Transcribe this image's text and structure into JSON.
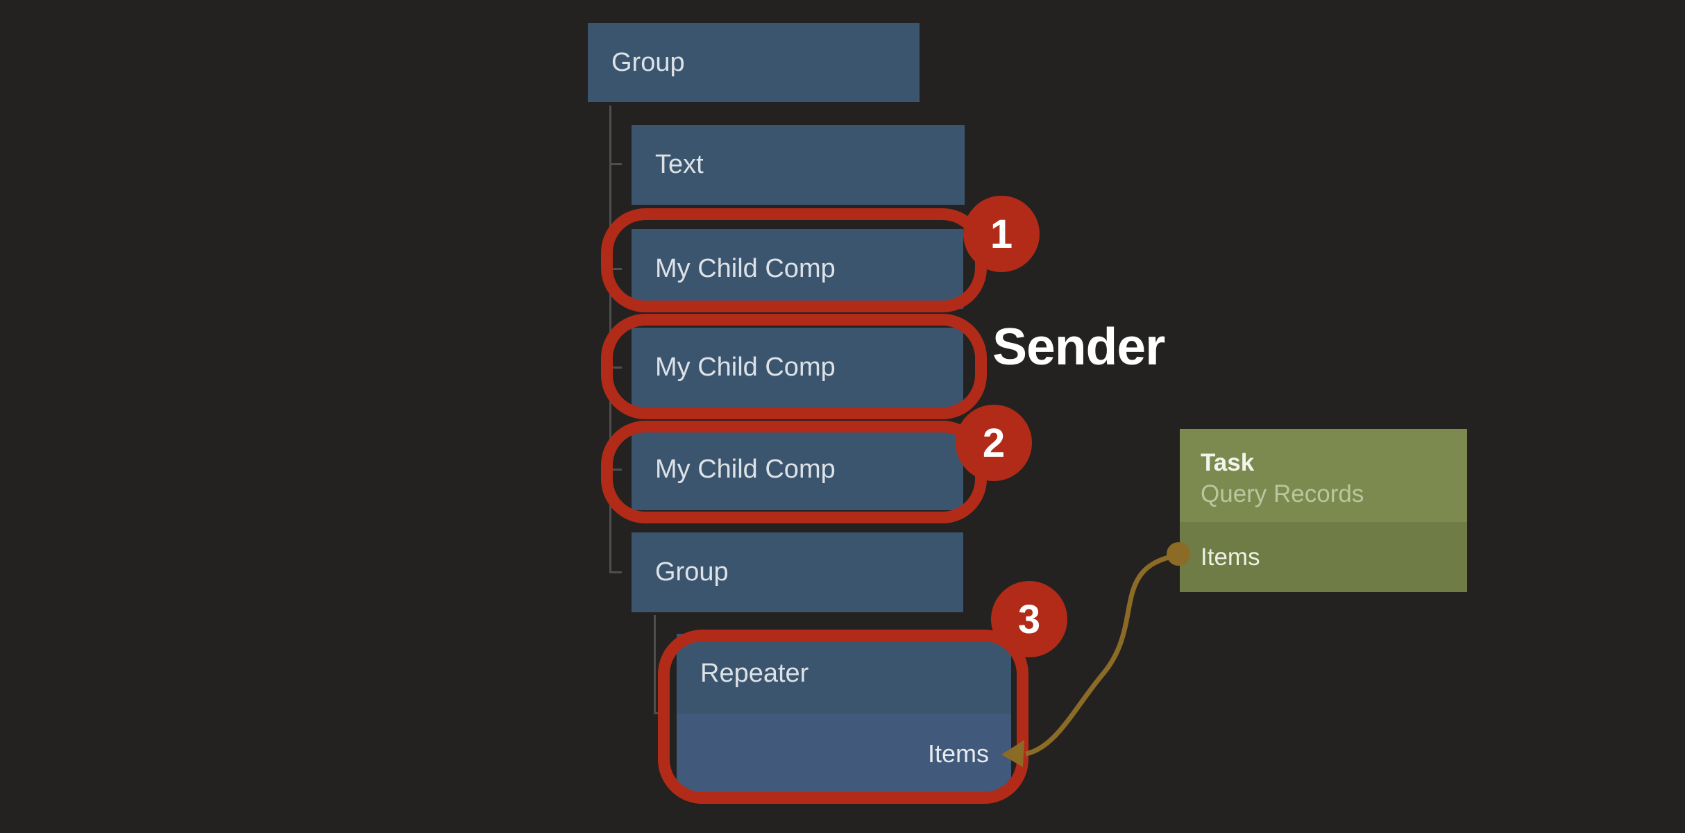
{
  "diagram": {
    "tree": {
      "root_label": "Group",
      "children": [
        {
          "id": "text",
          "label": "Text"
        },
        {
          "id": "child1",
          "label": "My Child Comp"
        },
        {
          "id": "child2",
          "label": "My Child Comp"
        },
        {
          "id": "child3",
          "label": "My Child Comp"
        },
        {
          "id": "group2",
          "label": "Group"
        }
      ],
      "repeater": {
        "label": "Repeater",
        "binding_label": "Items"
      }
    },
    "annotations": {
      "badges": [
        "1",
        "2",
        "3"
      ],
      "sender_label": "Sender"
    },
    "task_card": {
      "title": "Task",
      "subtitle": "Query Records",
      "output_label": "Items"
    },
    "colors": {
      "background": "#232220",
      "node_blue": "#3b556f",
      "repeater_body_blue": "#41597a",
      "annotation_red": "#b22b18",
      "task_header_green": "#7c8a50",
      "task_body_green": "#6f7c45",
      "connector_gold": "#8b6b25",
      "tree_line_gray": "#4e4e4e"
    }
  }
}
